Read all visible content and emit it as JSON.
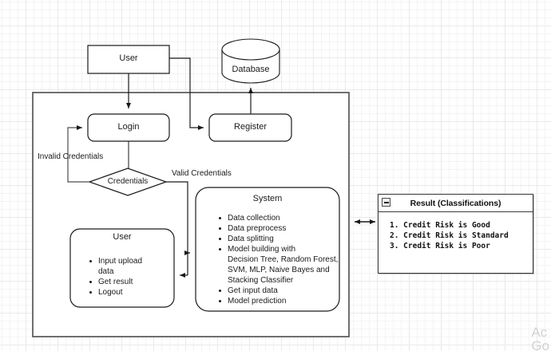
{
  "diagram": {
    "nodes": {
      "user_top": {
        "label": "User"
      },
      "database": {
        "label": "Database"
      },
      "login": {
        "label": "Login"
      },
      "register": {
        "label": "Register"
      },
      "credentials": {
        "label": "Credentials"
      },
      "user_actions": {
        "title": "User",
        "items": [
          {
            "text": "Input upload",
            "bulleted": true
          },
          {
            "text": "data",
            "bulleted": false
          },
          {
            "text": "Get result",
            "bulleted": true
          },
          {
            "text": "Logout",
            "bulleted": true
          }
        ]
      },
      "system": {
        "title": "System",
        "items": [
          {
            "text": "Data collection",
            "bulleted": true
          },
          {
            "text": "Data preprocess",
            "bulleted": true
          },
          {
            "text": "Data splitting",
            "bulleted": true
          },
          {
            "text": "Model building with",
            "bulleted": true
          },
          {
            "text": "Decision Tree, Random Forest,",
            "bulleted": false
          },
          {
            "text": "SVM, MLP, Naive Bayes and",
            "bulleted": false
          },
          {
            "text": "Stacking Classifier",
            "bulleted": false
          },
          {
            "text": "Get input data",
            "bulleted": true
          },
          {
            "text": "Model prediction",
            "bulleted": true
          }
        ]
      }
    },
    "edge_labels": {
      "invalid": "Invalid Credentials",
      "valid": "Valid Credentials"
    }
  },
  "result_panel": {
    "title": "Result (Classifications)",
    "collapse_icon": "minus-square-icon",
    "lines": [
      "1. Credit Risk is Good",
      "2. Credit Risk is Standard",
      "3. Credit Risk is Poor"
    ]
  },
  "watermark": {
    "line1": "Ac",
    "line2": "Go"
  },
  "colors": {
    "stroke": "#1a1a1a",
    "edge": "#4d4d4d",
    "grid_minor": "#f4f4f4",
    "grid_major": "#e9e9e9",
    "panel_border": "#3a3a3a"
  }
}
